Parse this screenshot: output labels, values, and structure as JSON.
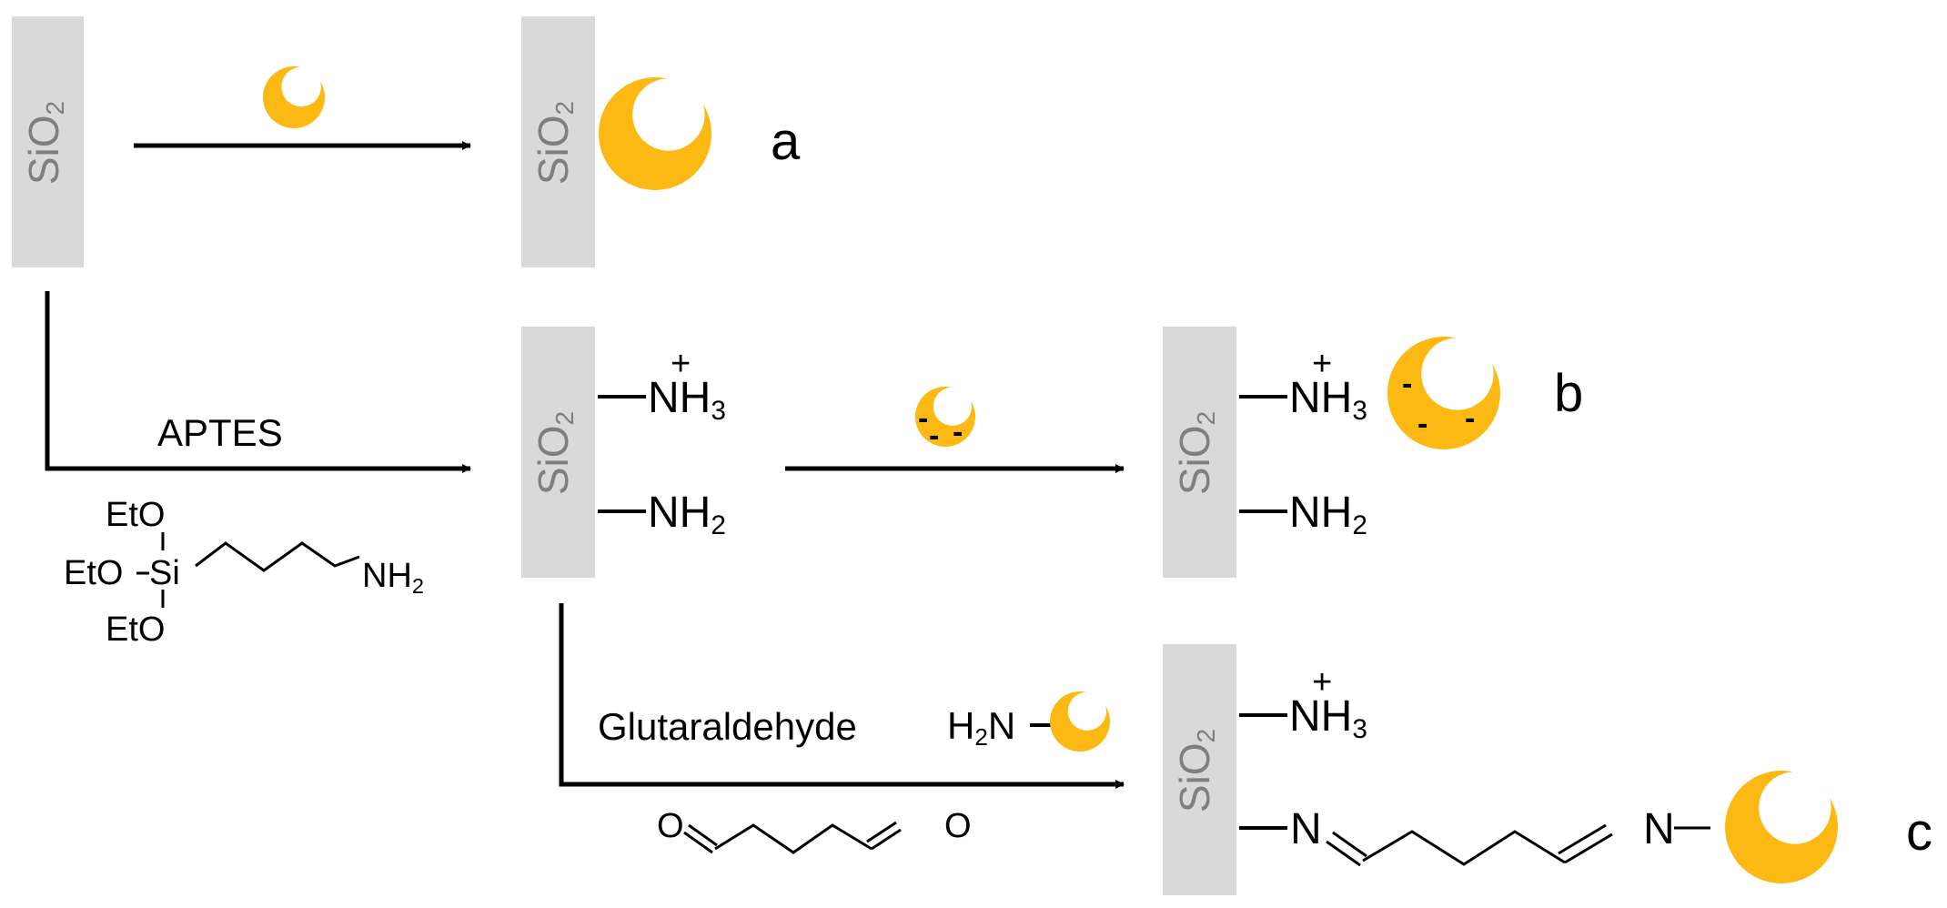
{
  "substrate": {
    "main": "SiO",
    "sub": "2"
  },
  "panel_labels": {
    "a": "a",
    "b": "b",
    "c": "c"
  },
  "reagents": {
    "aptes": "APTES",
    "glutaraldehyde": "Glutaraldehyde"
  },
  "aptes_structure": {
    "eto_top": "EtO",
    "eto_left": "EtO",
    "si": "Si",
    "eto_bottom": "EtO",
    "nh2_main": "NH",
    "nh2_sub": "2"
  },
  "groups": {
    "n": "N",
    "h": "H",
    "nh3_sub": "3",
    "nh2_sub": "2",
    "plus": "+",
    "minus": "-"
  },
  "protein_amine": {
    "h": "H",
    "sub": "2",
    "n": "N"
  },
  "glutaraldehyde_structure": {
    "o_left": "O",
    "o_right": "O"
  },
  "imine": {
    "n_left": "N",
    "n_right": "N"
  },
  "colors": {
    "protein": "#FDB913",
    "substrate": "#D9D9D9",
    "substrate_text": "#7F7F7F",
    "line": "#000000"
  }
}
